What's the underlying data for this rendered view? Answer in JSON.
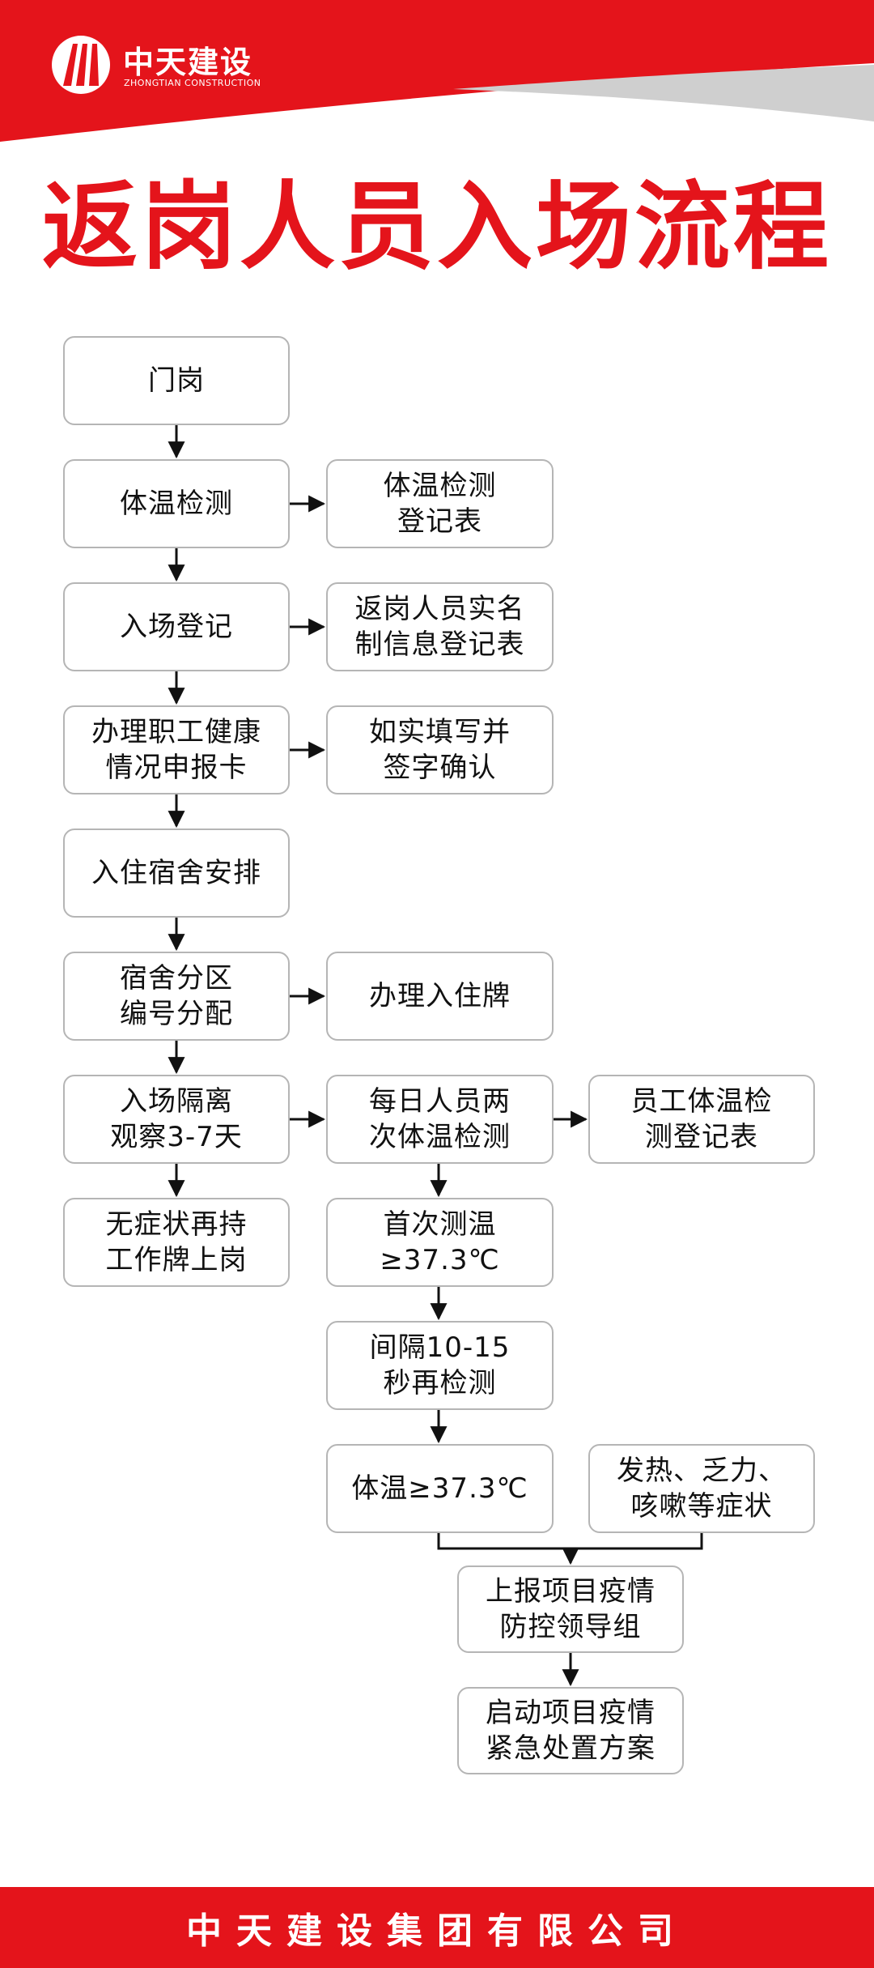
{
  "brand": {
    "name": "中天建设",
    "subtitle": "ZHONGTIAN CONSTRUCTION",
    "accent_color": "#e4141b"
  },
  "title": "返岗人员入场流程",
  "flow": {
    "gate": "门岗",
    "temp_check": "体温检测",
    "temp_check_form": "体温检测\n登记表",
    "entry_register": "入场登记",
    "realname_form": "返岗人员实名\n制信息登记表",
    "health_card": "办理职工健康\n情况申报卡",
    "fill_sign": "如实填写并\n签字确认",
    "dorm_arrange": "入住宿舍安排",
    "dorm_zone": "宿舍分区\n编号分配",
    "dorm_badge": "办理入住牌",
    "isolation": "入场隔离\n观察3-7天",
    "twice_daily": "每日人员两\n次体温检测",
    "staff_temp_form": "员工体温检\n测登记表",
    "no_symptom": "无症状再持\n工作牌上岗",
    "first_temp": "首次测温\n≥37.3℃",
    "recheck": "间隔10-15\n秒再检测",
    "temp_high": "体温≥37.3℃",
    "symptoms": "发热、乏力、\n咳嗽等症状",
    "report": "上报项目疫情\n防控领导组",
    "plan": "启动项目疫情\n紧急处置方案"
  },
  "footer": "中天建设集团有限公司"
}
